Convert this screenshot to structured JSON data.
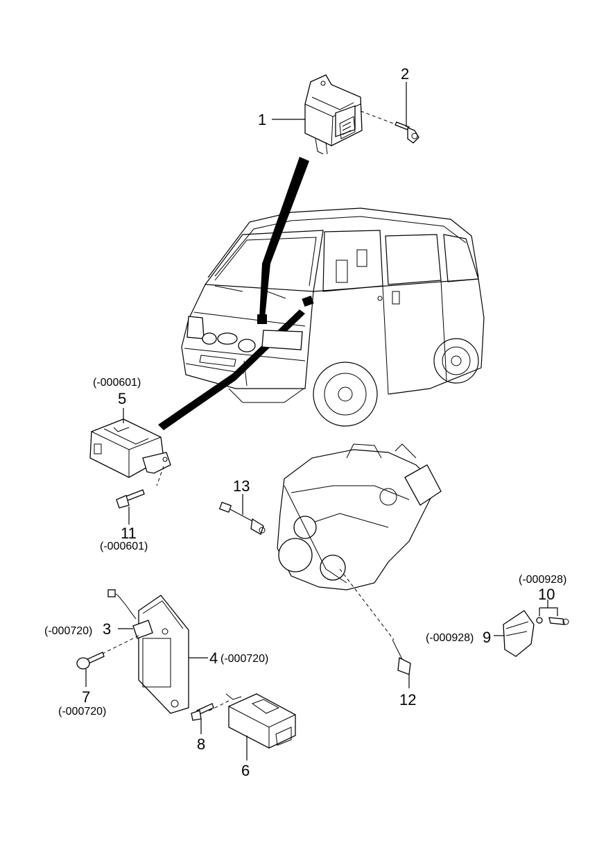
{
  "callouts": {
    "c1": "1",
    "c2": "2",
    "c3": "3",
    "c3_code": "(-000720)",
    "c4": "4",
    "c4_code": "(-000720)",
    "c5": "5",
    "c5_code": "(-000601)",
    "c6": "6",
    "c7": "7",
    "c7_code": "(-000720)",
    "c8": "8",
    "c9": "9",
    "c9_code": "(-000928)",
    "c10": "10",
    "c10_code": "(-000928)",
    "c11": "11",
    "c11_code": "(-000601)",
    "c12": "12",
    "c13": "13"
  },
  "colors": {
    "ink": "#000000",
    "paper": "#ffffff"
  }
}
